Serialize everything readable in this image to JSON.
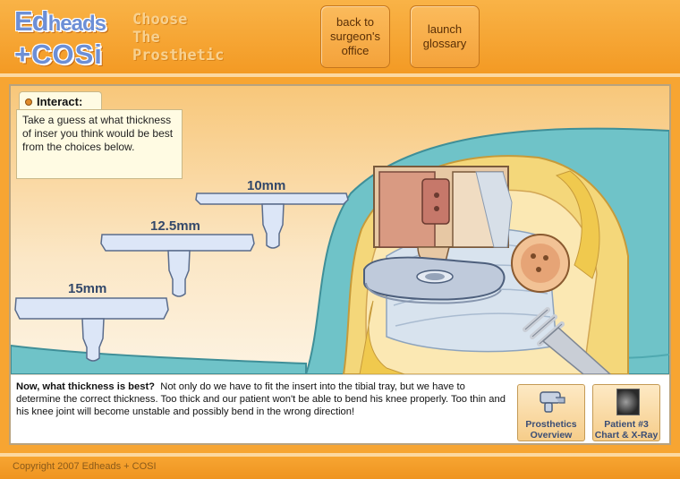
{
  "header": {
    "logo_top_big": "Ed",
    "logo_top_small": "heads",
    "logo_bottom": "+COSi",
    "title": "Choose\nThe\nProsthetic",
    "back_button": "back to\nsurgeon's\noffice",
    "glossary_button": "launch\nglossary"
  },
  "interact": {
    "tab_label": "Interact:",
    "prompt": "Take a guess at what thickness of inser you think would be best from the choices below."
  },
  "inserts": [
    {
      "label": "10mm"
    },
    {
      "label": "12.5mm"
    },
    {
      "label": "15mm"
    }
  ],
  "info": {
    "heading": "Now, what thickness is best?",
    "body": "Not only do we have to fit the insert into the tibial tray, but we have to determine the correct thickness. Too thick and our patient won't be able to bend his knee properly. Too thin and his knee joint will become unstable and possibly bend in the wrong direction!"
  },
  "side_buttons": {
    "prosthetics": "Prosthetics\nOverview",
    "patient": "Patient #3\nChart & X-Ray"
  },
  "footer": {
    "copyright": "Copyright 2007 Edheads + COSI"
  },
  "colors": {
    "brand_orange": "#f7a532",
    "insert_blue": "#dce6f7",
    "drape_teal": "#6fc3c8"
  }
}
